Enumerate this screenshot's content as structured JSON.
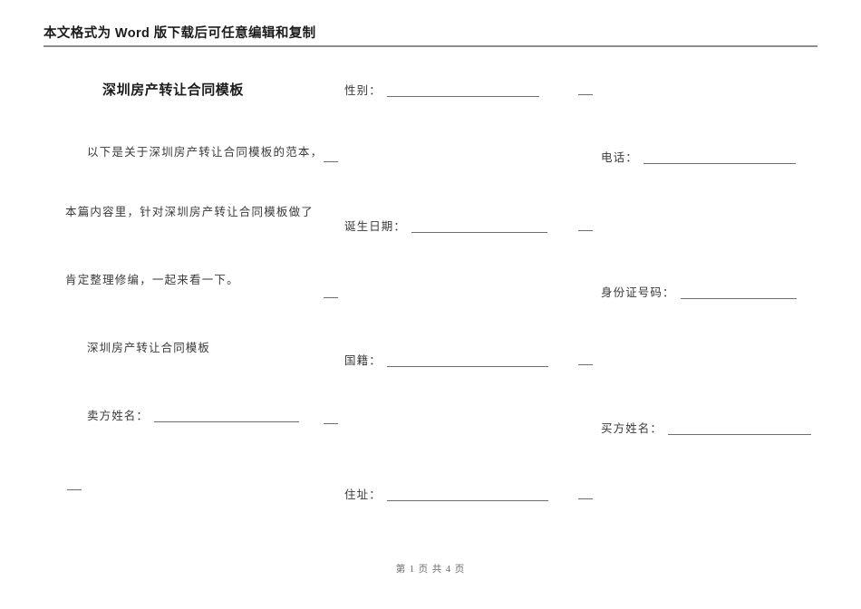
{
  "header": {
    "notice": "本文格式为 Word 版下载后可任意编辑和复制"
  },
  "document": {
    "title": "深圳房产转让合同模板",
    "section_heading": "深圳房产转让合同模板",
    "paragraph_lines": [
      "以下是关于深圳房产转让合同模板的范本，",
      "本篇内容里，针对深圳房产转让合同模板做了",
      "肯定整理修编，一起来看一下。"
    ]
  },
  "fields": {
    "seller_name": "卖方姓名：",
    "gender": "性别：",
    "birth_date": "诞生日期：",
    "nationality": "国籍：",
    "address": "住址：",
    "phone": "电话：",
    "id_number": "身份证号码：",
    "buyer_name": "买方姓名："
  },
  "footer": {
    "page_info": "第 1 页 共 4 页",
    "current_page": "1",
    "total_pages": "4"
  },
  "colors": {
    "text": "#3a3a3a",
    "rule": "#6f6f6f",
    "header_rule": "#8d8d8d",
    "page_background": "#ffffff"
  }
}
